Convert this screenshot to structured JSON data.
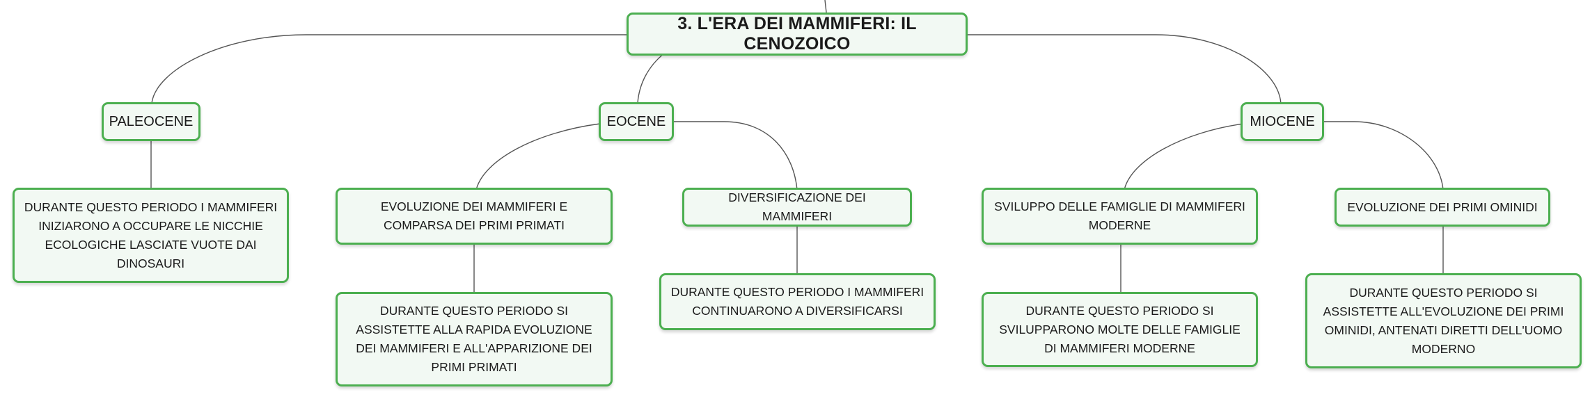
{
  "root": {
    "title": "3. L'ERA DEI MAMMIFERI: IL CENOZOICO"
  },
  "branches": {
    "paleocene": {
      "label": "PALEOCENE",
      "detail": "DURANTE QUESTO PERIODO I MAMMIFERI INIZIARONO A OCCUPARE LE NICCHIE ECOLOGICHE LASCIATE VUOTE DAI DINOSAURI"
    },
    "eocene": {
      "label": "EOCENE",
      "topics": [
        {
          "label": "EVOLUZIONE DEI MAMMIFERI E COMPARSA DEI PRIMI PRIMATI",
          "detail": "DURANTE QUESTO PERIODO SI ASSISTETTE ALLA RAPIDA EVOLUZIONE DEI MAMMIFERI E ALL'APPARIZIONE DEI PRIMI PRIMATI"
        },
        {
          "label": "DIVERSIFICAZIONE DEI MAMMIFERI",
          "detail": "DURANTE QUESTO PERIODO I MAMMIFERI CONTINUARONO A DIVERSIFICARSI"
        }
      ]
    },
    "miocene": {
      "label": "MIOCENE",
      "topics": [
        {
          "label": "SVILUPPO DELLE FAMIGLIE DI MAMMIFERI MODERNE",
          "detail": "DURANTE QUESTO PERIODO SI SVILUPPARONO MOLTE DELLE FAMIGLIE DI MAMMIFERI MODERNE"
        },
        {
          "label": "EVOLUZIONE DEI PRIMI OMINIDI",
          "detail": "DURANTE QUESTO PERIODO SI ASSISTETTE ALL'EVOLUZIONE DEI PRIMI OMINIDI, ANTENATI DIRETTI DELL'UOMO MODERNO"
        }
      ]
    }
  },
  "colors": {
    "node_border": "#4caf50",
    "node_fill": "#f2f9f3",
    "connector": "#555555",
    "text": "#1a1a1a"
  }
}
